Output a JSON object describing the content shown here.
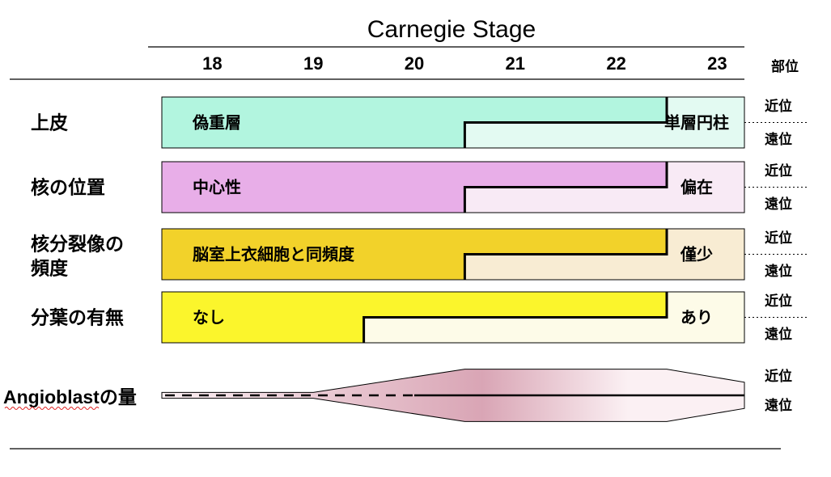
{
  "title": "Carnegie Stage",
  "stages": [
    "18",
    "19",
    "20",
    "21",
    "22",
    "23"
  ],
  "position_header": "部位",
  "position_labels": {
    "proximal": "近位",
    "distal": "遠位"
  },
  "rows": [
    {
      "label_lines": [
        "上皮"
      ],
      "left_label": "偽重層",
      "right_label": "単層円柱",
      "colors": {
        "strong": "#b2f5df",
        "light": "#e3faf2"
      },
      "transition_stage_proximal": 22.5,
      "transition_stage_distal": 20.5
    },
    {
      "label_lines": [
        "核の位置"
      ],
      "left_label": "中心性",
      "right_label": "偏在",
      "colors": {
        "strong": "#e8aee8",
        "light": "#f8eaf5"
      },
      "transition_stage_proximal": 22.5,
      "transition_stage_distal": 20.5
    },
    {
      "label_lines": [
        "核分裂像の",
        "頻度"
      ],
      "left_label": "脳室上衣細胞と同頻度",
      "right_label": "僅少",
      "colors": {
        "strong": "#f2d22a",
        "light": "#f8ecd3"
      },
      "transition_stage_proximal": 22.5,
      "transition_stage_distal": 20.5
    },
    {
      "label_lines": [
        "分葉の有無"
      ],
      "left_label": "なし",
      "right_label": "あり",
      "colors": {
        "strong": "#fbf52c",
        "light": "#fdfbe8"
      },
      "transition_stage_proximal": 22.5,
      "transition_stage_distal": 19.5
    }
  ],
  "angioblast": {
    "label": "Angioblastの量",
    "color_peak": "#d9a5b5",
    "color_edge": "#fbf0f3",
    "profile": [
      {
        "stage": 17.5,
        "width": 0.1
      },
      {
        "stage": 19.0,
        "width": 0.1
      },
      {
        "stage": 20.5,
        "width": 0.9
      },
      {
        "stage": 22.5,
        "width": 0.9
      },
      {
        "stage": 23.5,
        "width": 0.45
      }
    ]
  }
}
